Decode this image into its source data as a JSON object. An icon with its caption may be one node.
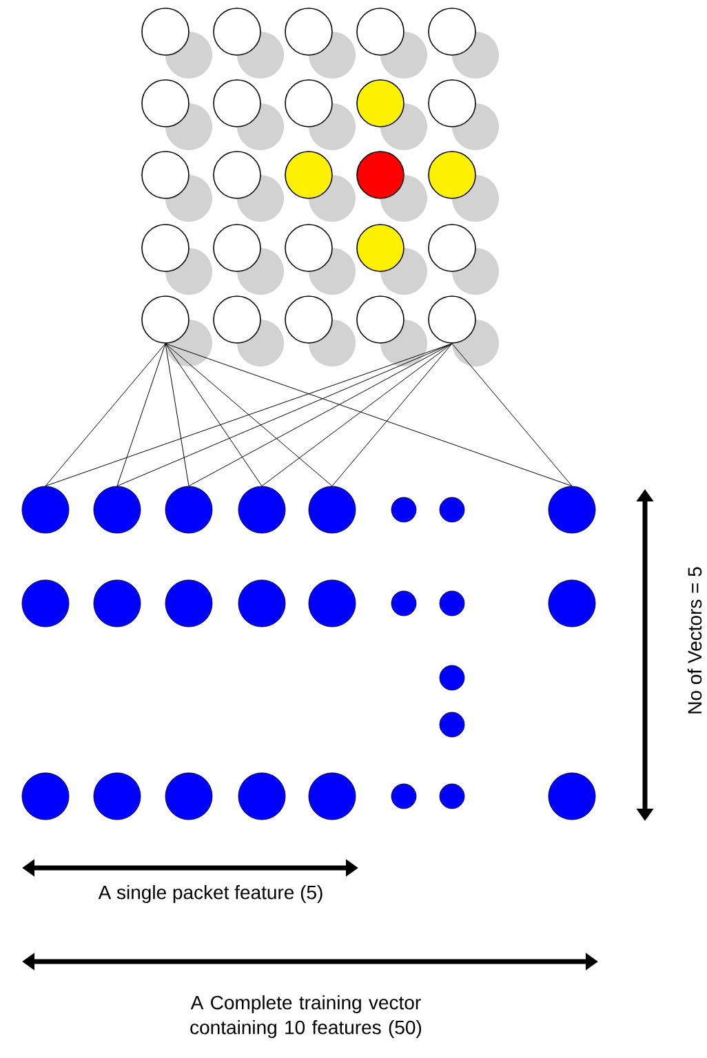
{
  "diagram": {
    "nodes": [
      {
        "text": [],
        "shape": "circle"
      },
      {
        "text": [],
        "shape": "circle"
      },
      {
        "text": [],
        "shape": "circle"
      },
      {
        "text": [],
        "shape": "circle"
      },
      {
        "text": [],
        "shape": "circle"
      },
      {
        "text": [],
        "shape": "circle"
      },
      {
        "text": [],
        "shape": "circle"
      },
      {
        "text": [],
        "shape": "circle"
      },
      {
        "text": [],
        "shape": "circle"
      },
      {
        "text": [],
        "shape": "circle"
      },
      {
        "text": [],
        "shape": "circle"
      },
      {
        "text": [],
        "shape": "circle"
      },
      {
        "text": [],
        "shape": "circle"
      },
      {
        "text": [],
        "shape": "circle"
      },
      {
        "text": [],
        "shape": "circle"
      },
      {
        "text": [],
        "shape": "circle"
      },
      {
        "text": [],
        "shape": "circle"
      },
      {
        "text": [],
        "shape": "circle"
      },
      {
        "text": [],
        "shape": "circle"
      },
      {
        "text": [],
        "shape": "circle"
      },
      {
        "text": [],
        "shape": "circle"
      },
      {
        "text": [],
        "shape": "circle"
      },
      {
        "text": [],
        "shape": "circle"
      },
      {
        "text": [],
        "shape": "circle"
      },
      {
        "text": [],
        "shape": "circle"
      },
      {
        "text": [],
        "shape": "circle"
      },
      {
        "text": [],
        "shape": "circle"
      },
      {
        "text": [],
        "shape": "circle"
      },
      {
        "text": [],
        "shape": "circle"
      },
      {
        "text": [],
        "shape": "circle"
      },
      {
        "text": [],
        "shape": "circle"
      },
      {
        "text": [],
        "shape": "circle"
      },
      {
        "text": [],
        "shape": "circle"
      },
      {
        "text": [],
        "shape": "circle"
      },
      {
        "text": [],
        "shape": "circle"
      },
      {
        "text": [],
        "shape": "circle"
      },
      {
        "text": [],
        "shape": "circle"
      },
      {
        "text": [],
        "shape": "circle"
      },
      {
        "text": [],
        "shape": "circle"
      },
      {
        "text": [],
        "shape": "circle"
      },
      {
        "text": [],
        "shape": "circle"
      },
      {
        "text": [],
        "shape": "circle"
      },
      {
        "text": [],
        "shape": "circle"
      },
      {
        "text": [],
        "shape": "circle"
      },
      {
        "text": [],
        "shape": "circle"
      },
      {
        "text": [],
        "shape": "circle"
      },
      {
        "text": [],
        "shape": "circle"
      },
      {
        "text": [],
        "shape": "circle"
      },
      {
        "text": [],
        "shape": "circle"
      },
      {
        "text": [],
        "shape": "circle"
      },
      {
        "text": [],
        "shape": "circle"
      }
    ],
    "edges": [
      {
        "from": 20,
        "to": 25,
        "arrow": "none"
      },
      {
        "from": 20,
        "to": 26,
        "arrow": "none"
      },
      {
        "from": 20,
        "to": 27,
        "arrow": "none"
      },
      {
        "from": 20,
        "to": 28,
        "arrow": "none"
      },
      {
        "from": 20,
        "to": 29,
        "arrow": "none"
      },
      {
        "from": 20,
        "to": 32,
        "arrow": "none"
      },
      {
        "from": 24,
        "to": 25,
        "arrow": "none"
      },
      {
        "from": 24,
        "to": 26,
        "arrow": "none"
      },
      {
        "from": 24,
        "to": 27,
        "arrow": "none"
      },
      {
        "from": 24,
        "to": 28,
        "arrow": "none"
      },
      {
        "from": 24,
        "to": 29,
        "arrow": "none"
      },
      {
        "from": 24,
        "to": 32,
        "arrow": "none"
      }
    ],
    "labels": [
      "No of Vectors = 5",
      "A single packet feature (5)",
      "A Complete training vector containing 10 features (50)"
    ]
  }
}
